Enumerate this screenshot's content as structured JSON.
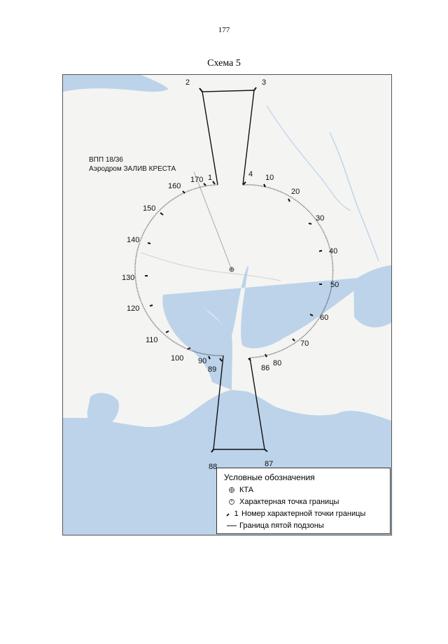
{
  "page": {
    "number": "177",
    "title": "Схема 5"
  },
  "map": {
    "runway": {
      "line1": "ВПП 18/36",
      "line2": "Аэродром ЗАЛИВ КРЕСТА"
    },
    "points": {
      "p1": "1",
      "p2": "2",
      "p3": "3",
      "p4": "4",
      "p10": "10",
      "p20": "20",
      "p30": "30",
      "p40": "40",
      "p50": "50",
      "p60": "60",
      "p70": "70",
      "p80": "80",
      "p86": "86",
      "p87": "87",
      "p88": "88",
      "p89": "89",
      "p90": "90",
      "p100": "100",
      "p110": "110",
      "p120": "120",
      "p130": "130",
      "p140": "140",
      "p150": "150",
      "p160": "160",
      "p170": "170"
    },
    "colors": {
      "water": "#bcd3ea",
      "land": "#f4f4f2",
      "boundary": "#111111",
      "road": "#c9c9c9"
    }
  },
  "legend": {
    "title": "Условные обозначения",
    "kta": "КТА",
    "char_point": "Характерная точка границы",
    "number_label": "1",
    "number_text": "Номер характерной точки границы",
    "boundary": "Граница пятой подзоны"
  }
}
